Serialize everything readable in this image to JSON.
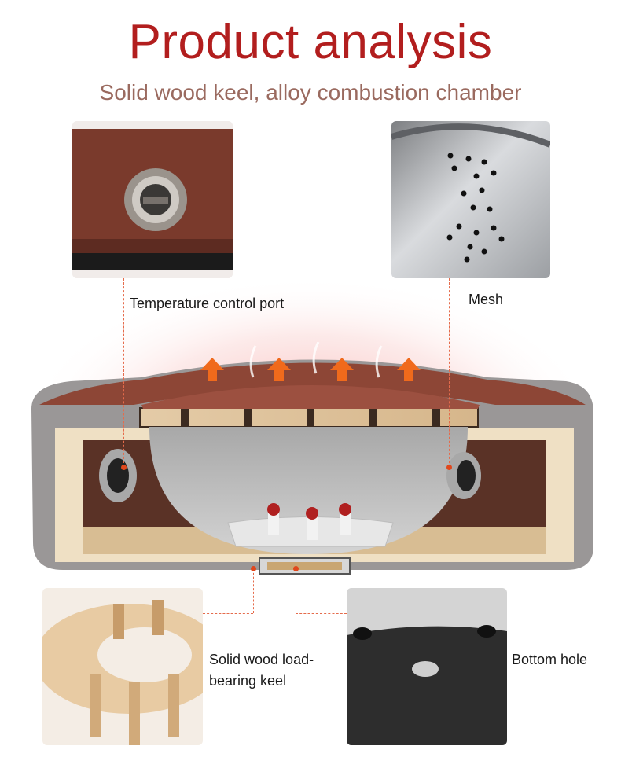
{
  "header": {
    "title": "Product analysis",
    "subtitle": "Solid wood keel, alloy combustion chamber"
  },
  "callouts": {
    "temperature_port": "Temperature control port",
    "mesh": "Mesh",
    "wood_keel_line1": "Solid wood load-",
    "wood_keel_line2": "bearing keel",
    "bottom_hole": "Bottom hole"
  },
  "colors": {
    "title": "#b21e1e",
    "subtitle": "#9a6a5f",
    "accent_line": "#e56b4b",
    "cushion_brown": "#8d4636",
    "heat_arrow": "#f06a1c"
  },
  "icons": [
    "heat-arrow-icon",
    "smoke-wisp-icon"
  ]
}
